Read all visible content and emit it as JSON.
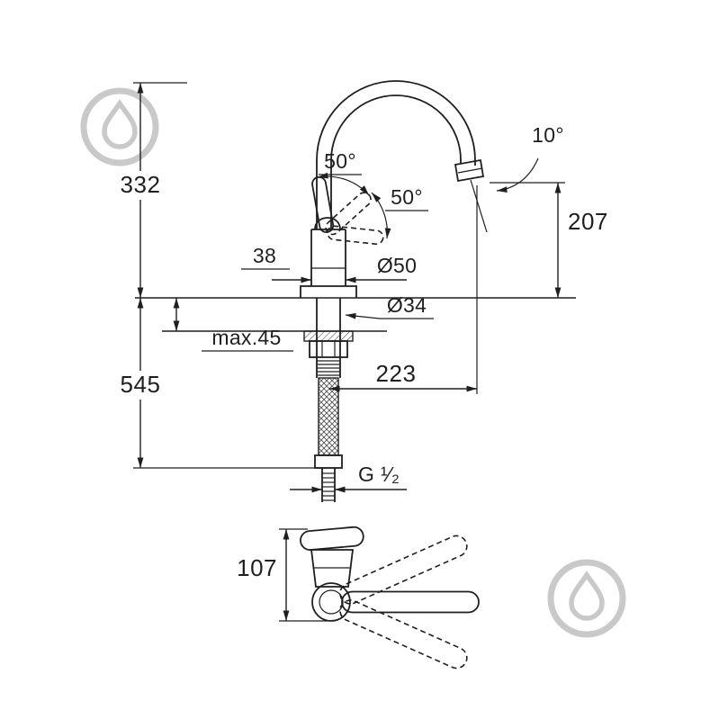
{
  "theme": {
    "line_color": "#1f1f1f",
    "watermark_color": "#c9c9c9",
    "background": "#ffffff"
  },
  "drawing": {
    "type": "technical-dimension-drawing",
    "subject": "single-lever kitchen mixer tap, side view with mounting parts and front view with swivel range",
    "labels": {
      "total_height": "332",
      "below_deck_length": "545",
      "body_width": "38",
      "base_diameter": "Ø50",
      "shank_diameter": "Ø34",
      "max_deck_thickness": "max.45",
      "spout_reach": "223",
      "outlet_height": "207",
      "outlet_angle": "10°",
      "lever_swing_upper": "50°",
      "lever_swing_side": "50°",
      "connection_thread": "G ¹⁄₂",
      "front_handle_height": "107"
    }
  }
}
